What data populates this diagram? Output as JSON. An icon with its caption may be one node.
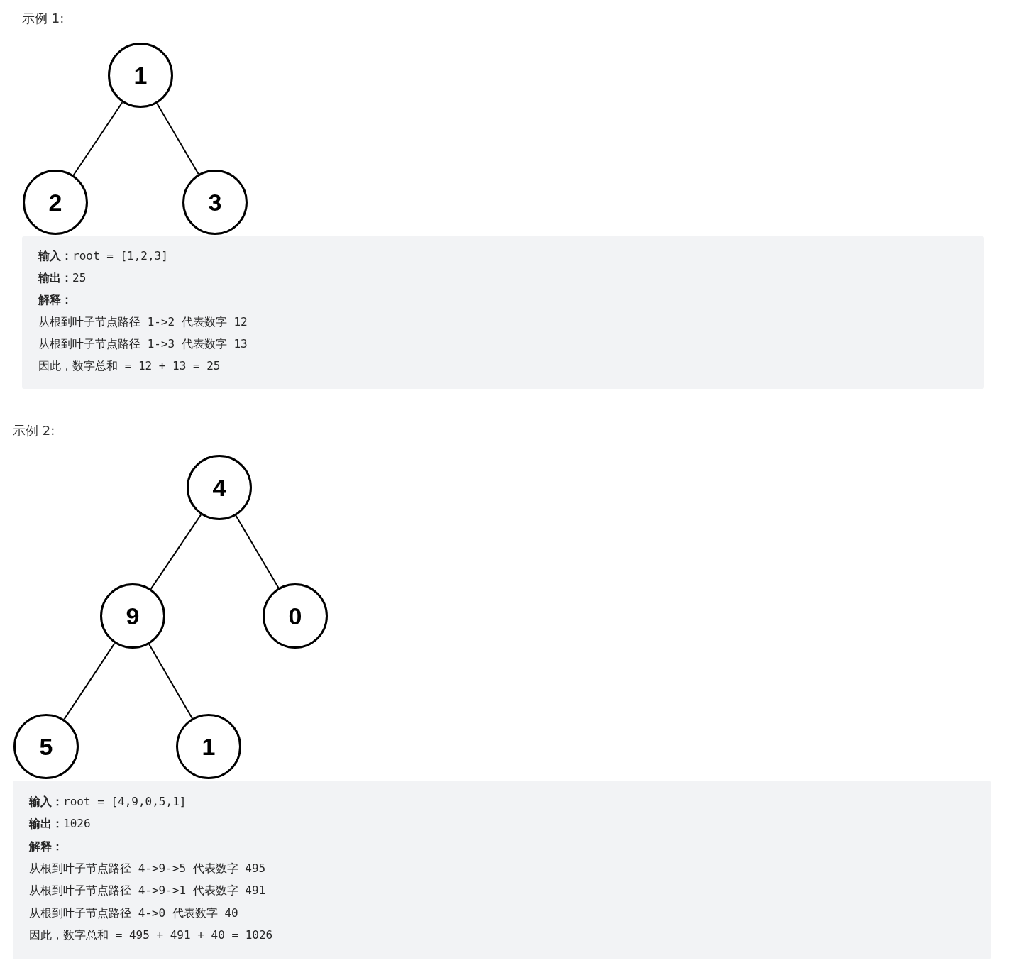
{
  "diagram": {
    "nodes": [
      {
        "text": [
          "1"
        ]
      },
      {
        "text": [
          "2"
        ]
      },
      {
        "text": [
          "3"
        ]
      },
      {
        "text": [
          "**输入：**root = [1,2,3]",
          "**输出：**25",
          "**解释：**",
          "从根到叶子节点路径 1->2 代表数字 12",
          "从根到叶子节点路径 1->3 代表数字 13",
          "因此，数字总和 = 12 + 13 = 25"
        ]
      },
      {
        "text": [
          "4"
        ]
      },
      {
        "text": [
          "9"
        ]
      },
      {
        "text": [
          "0"
        ]
      },
      {
        "text": [
          "5"
        ]
      },
      {
        "text": [
          "1"
        ]
      },
      {
        "text": [
          "**输入：**root = [4,9,0,5,1]",
          "**输出：**1026",
          "**解释：**",
          "从根到叶子节点路径 4->9->5 代表数字 495",
          "从根到叶子节点路径 4->9->1 代表数字 491",
          "从根到叶子节点路径 4->0 代表数字 40",
          "因此，数字总和 = 495 + 491 + 40 = 1026"
        ]
      }
    ],
    "edges": [
      {
        "from": 0,
        "to": 1,
        "arrow": "none"
      },
      {
        "from": 0,
        "to": 2,
        "arrow": "none"
      },
      {
        "from": 4,
        "to": 5,
        "arrow": "none"
      },
      {
        "from": 4,
        "to": 6,
        "arrow": "none"
      },
      {
        "from": 5,
        "to": 7,
        "arrow": "none"
      },
      {
        "from": 5,
        "to": 8,
        "arrow": "none"
      }
    ],
    "labels": [
      "示例 1:",
      "示例 2:"
    ]
  }
}
